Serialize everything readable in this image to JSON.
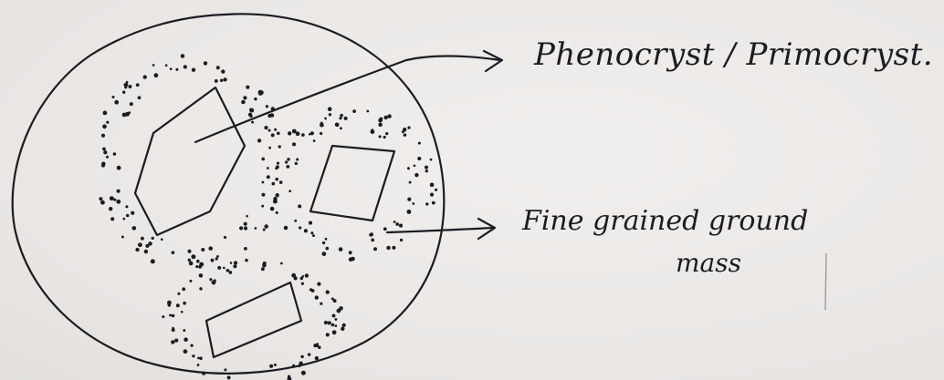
{
  "labels": {
    "phenocryst": "Phenocryst / Primocryst.",
    "groundmass_line1": "Fine grained ground",
    "groundmass_line2": "mass"
  },
  "colors": {
    "ink": "#1b1c22",
    "paper": "#ece9e7"
  }
}
